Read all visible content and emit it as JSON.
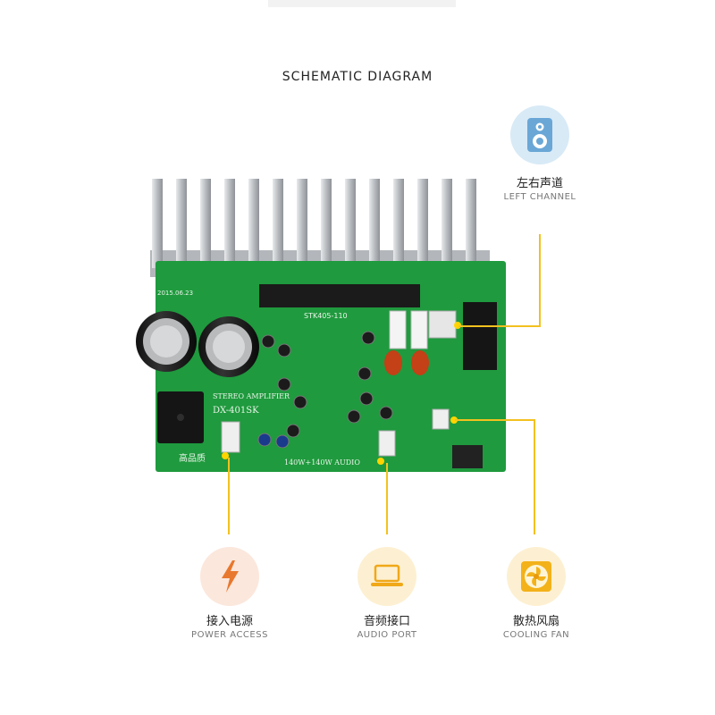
{
  "title": "SCHEMATIC DIAGRAM",
  "board": {
    "ic_label": "STK405-110",
    "date_label": "2015.06.23",
    "stereo_label": "STEREO AMPLIFIER",
    "model_label": "DX-401SK",
    "power_label": "140W+140W AUDIO",
    "brand_label": "高品质"
  },
  "callouts": [
    {
      "cn": "左右声道",
      "en": "LEFT CHANNEL",
      "icon": "speaker-icon",
      "color": "#d8eaf6"
    },
    {
      "cn": "接入电源",
      "en": "POWER ACCESS",
      "icon": "lightning-icon",
      "color": "#fbe7dc"
    },
    {
      "cn": "音频接口",
      "en": "AUDIO PORT",
      "icon": "laptop-icon",
      "color": "#fdf0d2"
    },
    {
      "cn": "散热风扇",
      "en": "COOLING FAN",
      "icon": "fan-icon",
      "color": "#fdf0d2"
    }
  ],
  "colors": {
    "accent": "#f3c11f",
    "pcb": "#1f9a3e",
    "heatsink": "#c9ccd0"
  }
}
